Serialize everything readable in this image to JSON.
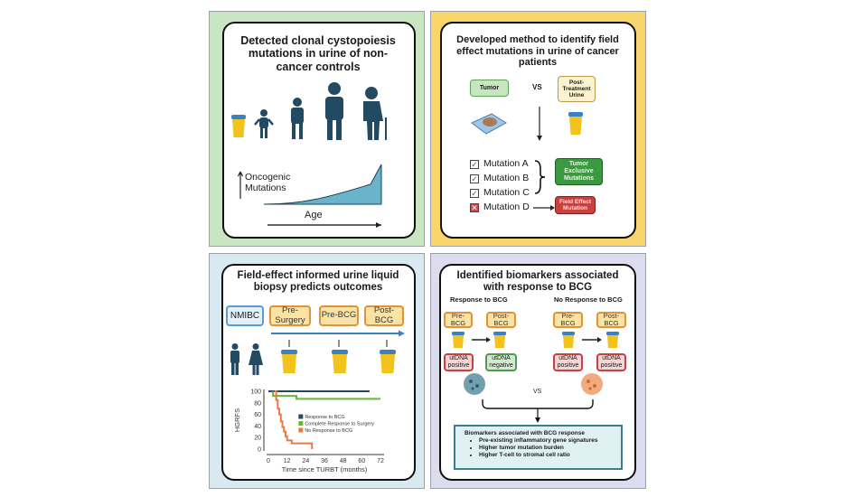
{
  "colors": {
    "panel1_bg": "#c9e6c3",
    "panel2_bg": "#f8d66c",
    "panel3_bg": "#d8e9f2",
    "panel4_bg": "#dcdcee",
    "figure": "#234a63",
    "urine": "#f3c31d",
    "cap": "#3b82c4",
    "green_box": "#3b9a3f",
    "red_box": "#c9403f",
    "km_blue": "#24495f",
    "km_green": "#6bb33c",
    "km_orange": "#ea7a45"
  },
  "panel1": {
    "title": "Detected clonal cystopoiesis mutations in urine of non-cancer controls",
    "y_label": "Oncogenic Mutations",
    "x_label": "Age"
  },
  "panel2": {
    "title": "Developed method to identify field effect mutations in urine of cancer patients",
    "tumor": "Tumor",
    "vs": "VS",
    "post_treatment": "Post-Treatment Urine",
    "mutations": [
      {
        "label": "Mutation A",
        "state": "checked"
      },
      {
        "label": "Mutation B",
        "state": "checked"
      },
      {
        "label": "Mutation C",
        "state": "checked"
      },
      {
        "label": "Mutation D",
        "state": "crossed"
      }
    ],
    "tumor_exclusive": "Tumor Exclusive Mutations",
    "field_effect": "Field Effect Mutation"
  },
  "panel3": {
    "title": "Field-effect informed urine liquid biopsy predicts outcomes",
    "nmibc": "NMIBC",
    "timepoints": [
      "Pre-Surgery",
      "Pre-BCG",
      "Post-BCG"
    ]
  },
  "chart_data": {
    "type": "line",
    "step": true,
    "xlabel": "Time since TURBT (months)",
    "ylabel": "HGRFS",
    "xlim": [
      0,
      72
    ],
    "ylim": [
      0,
      100
    ],
    "xticks": [
      0,
      12,
      24,
      36,
      48,
      60,
      72
    ],
    "yticks": [
      0,
      20,
      40,
      60,
      80,
      100
    ],
    "legend": "center",
    "series": [
      {
        "name": "Response to BCG",
        "color": "#24495f",
        "x": [
          0,
          65
        ],
        "y": [
          100,
          100
        ]
      },
      {
        "name": "Complete Response to Surgery",
        "color": "#6bb33c",
        "x": [
          3,
          3,
          18,
          18,
          72
        ],
        "y": [
          100,
          92,
          92,
          87,
          87
        ]
      },
      {
        "name": "No Response to BCG",
        "color": "#ea7a45",
        "x": [
          4,
          5,
          6,
          7,
          8,
          9,
          10,
          11,
          12,
          15,
          28,
          28
        ],
        "y": [
          100,
          85,
          70,
          60,
          48,
          38,
          30,
          22,
          15,
          10,
          10,
          0
        ]
      }
    ]
  },
  "panel4": {
    "title": "Identified biomarkers associated with response to BCG",
    "response": "Response to BCG",
    "no_response": "No Response to BCG",
    "pre": "Pre-BCG",
    "post": "Post-BCG",
    "pos": "utDNA positive",
    "neg": "utDNA negative",
    "vs": "VS",
    "biomarkers_title": "Biomarkers associated with BCG response",
    "biomarkers": [
      "Pre-existing inflammatory gene signatures",
      "Higher tumor mutation burden",
      "Higher T-cell to stromal cell ratio"
    ]
  }
}
